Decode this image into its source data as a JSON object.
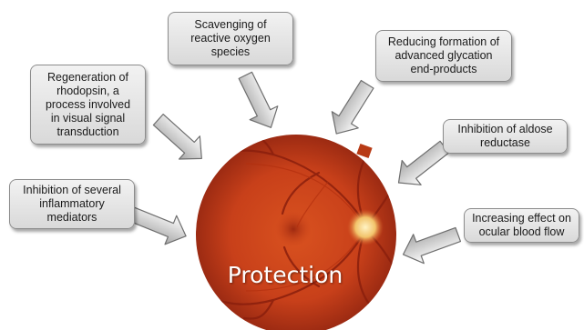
{
  "center": {
    "label": "Protection"
  },
  "boxes": [
    {
      "text": "Scavenging of\nreactive oxygen\nspecies"
    },
    {
      "text": "Reducing formation of\nadvanced glycation\nend-products"
    },
    {
      "text": "Regeneration of\nrhodopsin,  a\nprocess involved\nin visual signal\ntransduction"
    },
    {
      "text": "Inhibition of aldose\nreductase"
    },
    {
      "text": "Inhibition of several\ninflammatory\nmediators"
    },
    {
      "text": "Increasing effect on\nocular blood flow"
    }
  ]
}
